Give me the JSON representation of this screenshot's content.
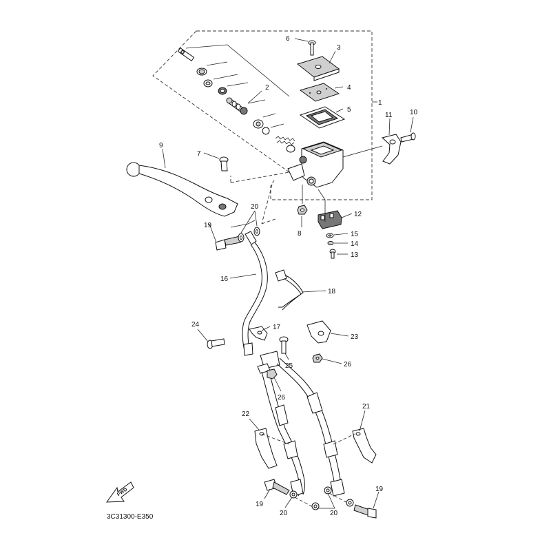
{
  "diagram": {
    "code": "3C31300-E350",
    "fwd_label": "FWD",
    "callouts": {
      "c1": "1",
      "c2": "2",
      "c3": "3",
      "c4": "4",
      "c5": "5",
      "c6": "6",
      "c7": "7",
      "c8": "8",
      "c9": "9",
      "c10": "10",
      "c11": "11",
      "c12": "12",
      "c13": "13",
      "c14": "14",
      "c15": "15",
      "c16": "16",
      "c17": "17",
      "c18": "18",
      "c19a": "19",
      "c19b": "19",
      "c19c": "19",
      "c20a": "20",
      "c20b": "20",
      "c20c": "20",
      "c21": "21",
      "c22": "22",
      "c23": "23",
      "c24": "24",
      "c25": "25",
      "c26a": "26",
      "c26b": "26"
    }
  }
}
